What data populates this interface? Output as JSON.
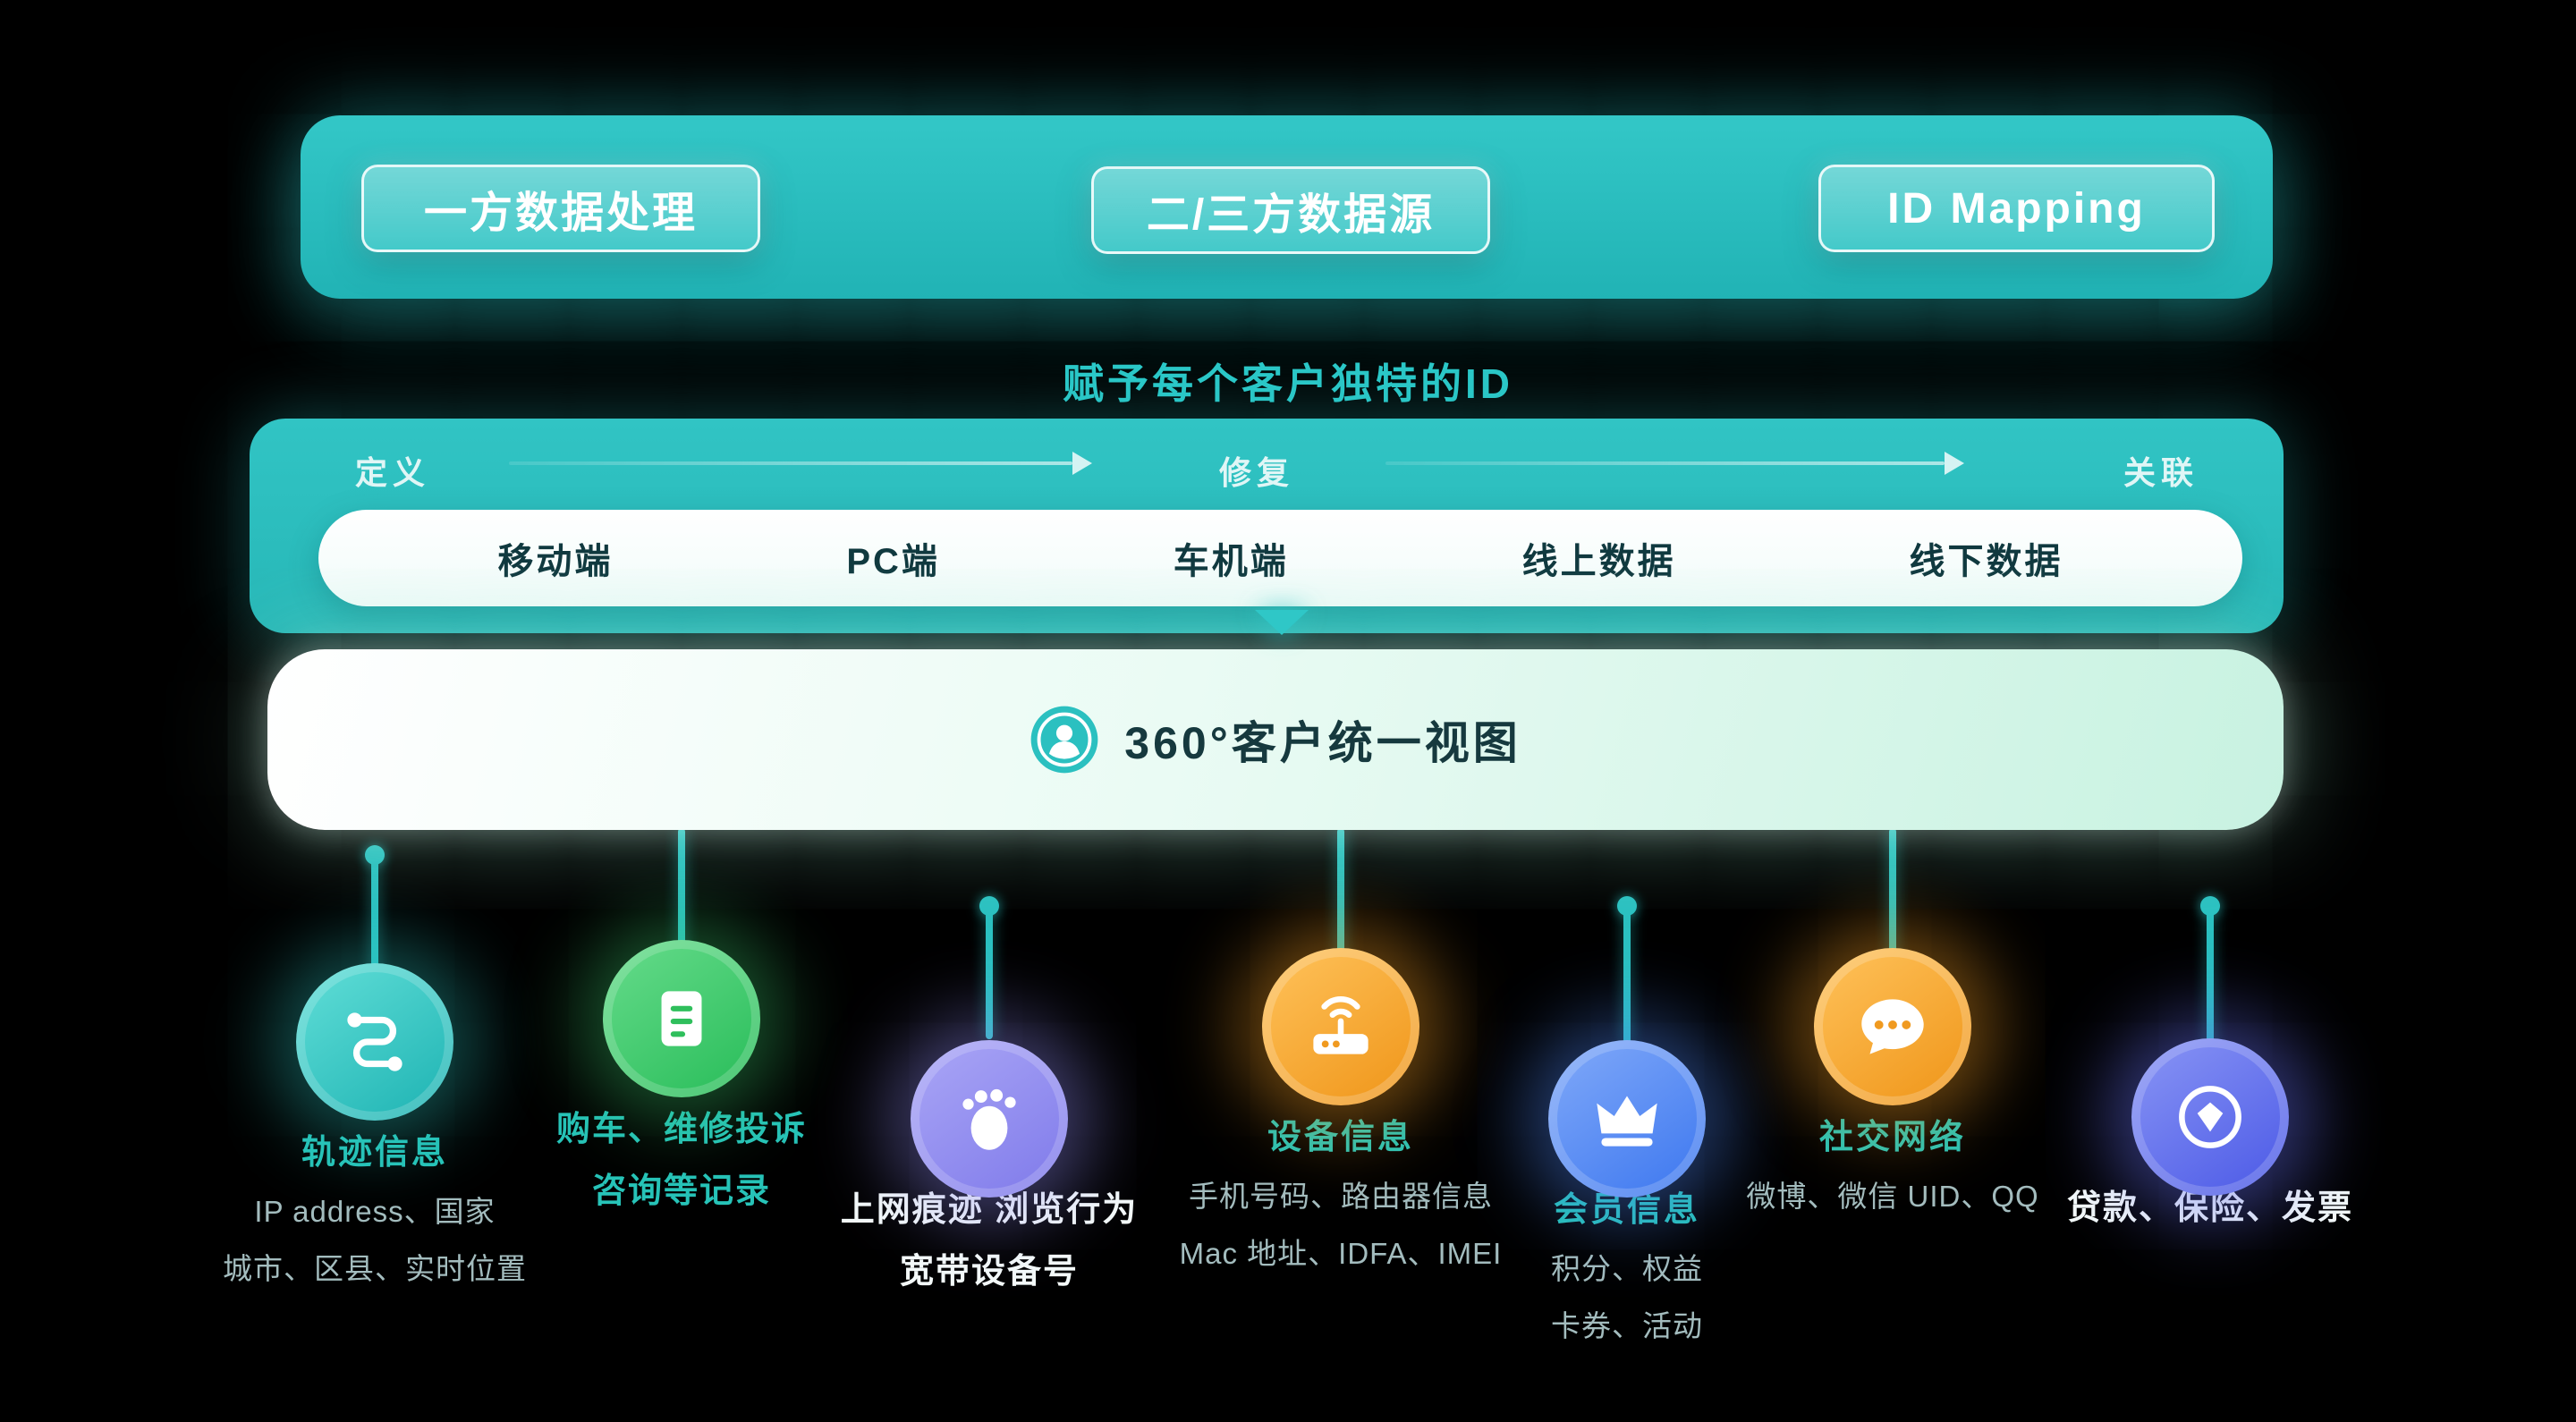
{
  "colors": {
    "background": "#000000",
    "teal_primary": "#2BBEBE",
    "title_teal": "#2BC8C8",
    "mint_bar": "#C8F2E1",
    "connector_teal": "#2BC1C1",
    "source_teal": "#2CC6C0",
    "source_green": "#3DCB6B",
    "source_purple": "#8F8BF0",
    "source_orange": "#F29A1F",
    "source_blue": "#4A84F5",
    "source_indigo": "#5F6BEE",
    "label_teal": "#27C3B8",
    "label_muted": "#A3BCBE",
    "label_white": "#F4FAF9"
  },
  "top_bar": {
    "buttons": [
      "一方数据处理",
      "二/三方数据源",
      "ID Mapping"
    ]
  },
  "id_mapping": {
    "title": "赋予每个客户独特的ID",
    "stages": [
      "定义",
      "修复",
      "关联"
    ],
    "channels": [
      "移动端",
      "PC端",
      "车机端",
      "线上数据",
      "线下数据"
    ]
  },
  "unified_view": {
    "icon": "user-icon",
    "label": "360°客户统一视图"
  },
  "data_sources": [
    {
      "icon": "route-icon",
      "title": "轨迹信息",
      "lines": [
        "IP address、国家",
        "城市、区县、实时位置"
      ]
    },
    {
      "icon": "document-icon",
      "lines": [
        "购车、维修投诉",
        "咨询等记录"
      ]
    },
    {
      "icon": "footprint-icon",
      "lines": [
        "上网痕迹 浏览行为",
        "宽带设备号"
      ]
    },
    {
      "icon": "router-icon",
      "title": "设备信息",
      "lines": [
        "手机号码、路由器信息",
        "Mac 地址、IDFA、IMEI"
      ]
    },
    {
      "icon": "crown-icon",
      "title": "会员信息",
      "lines": [
        "积分、权益",
        "卡券、活动"
      ]
    },
    {
      "icon": "chat-icon",
      "title": "社交网络",
      "lines": [
        "微博、微信 UID、QQ"
      ]
    },
    {
      "icon": "finance-icon",
      "lines": [
        "贷款、保险、发票"
      ]
    }
  ]
}
